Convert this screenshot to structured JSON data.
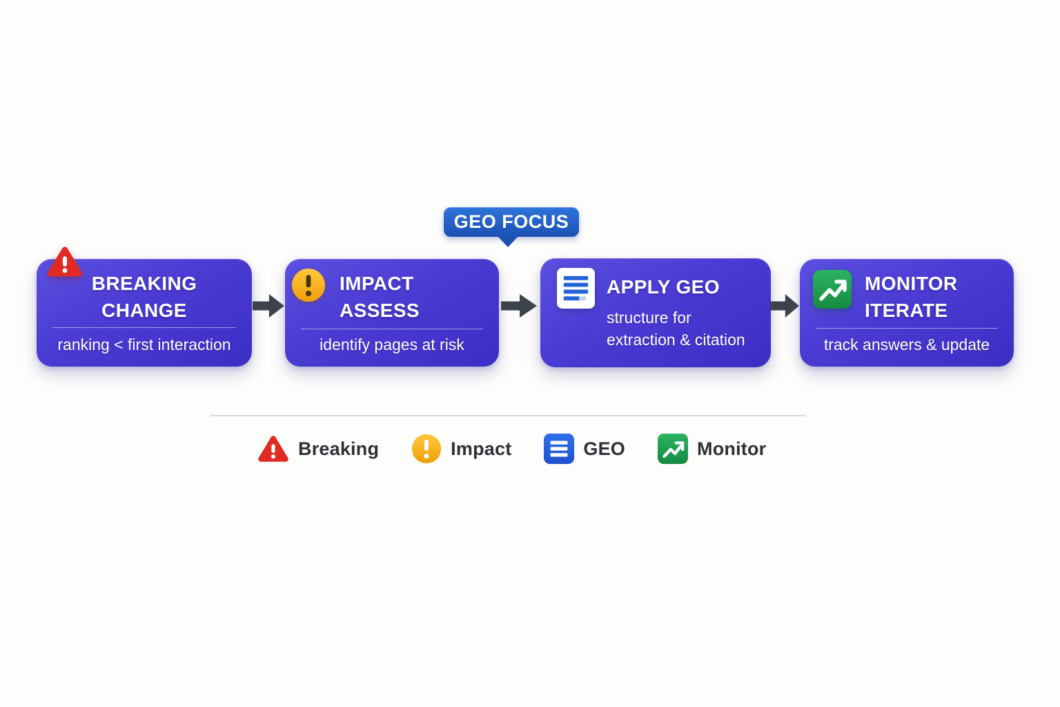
{
  "callout": {
    "label": "GEO FOCUS"
  },
  "steps": [
    {
      "id": "breaking-change",
      "icon": "warning-triangle-icon",
      "title_lines": [
        "BREAKING",
        "CHANGE"
      ],
      "subtitle_lines": [
        "ranking < first interaction"
      ]
    },
    {
      "id": "impact-assess",
      "icon": "alert-circle-icon",
      "title_lines": [
        "IMPACT",
        "ASSESS"
      ],
      "subtitle_lines": [
        "identify pages at risk"
      ]
    },
    {
      "id": "apply-geo",
      "icon": "document-icon",
      "title_lines": [
        "APPLY GEO"
      ],
      "subtitle_lines": [
        "structure for",
        "extraction & citation"
      ]
    },
    {
      "id": "monitor-iterate",
      "icon": "trend-up-icon",
      "title_lines": [
        "MONITOR",
        "ITERATE"
      ],
      "subtitle_lines": [
        "track answers & update"
      ]
    }
  ],
  "legend": [
    {
      "icon": "warning-triangle-icon",
      "label": "Breaking"
    },
    {
      "icon": "alert-circle-icon",
      "label": "Impact"
    },
    {
      "icon": "document-icon",
      "label": "GEO"
    },
    {
      "icon": "trend-up-icon",
      "label": "Monitor"
    }
  ],
  "colors": {
    "background": "#fdfdfc",
    "box_purple_top": "#5b50e0",
    "box_purple_bottom": "#3c2ec4",
    "callout_blue_top": "#2e74da",
    "callout_blue_bottom": "#1c50b4",
    "arrow_dark": "#3d434d",
    "alert_red": "#e02b22",
    "warn_yellow": "#f7ad15",
    "geo_blue": "#2563db",
    "monitor_green": "#1fa351",
    "legend_text": "#2c3137",
    "divider_gray": "#d9d9d9"
  }
}
